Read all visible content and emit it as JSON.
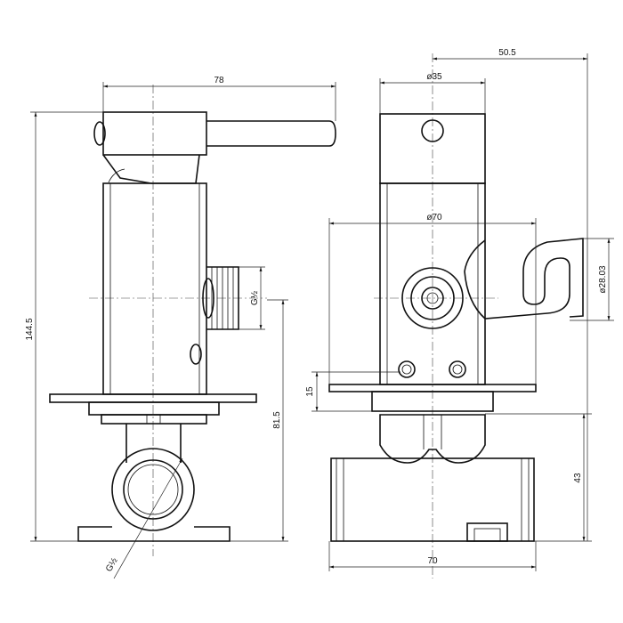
{
  "drawing": {
    "side_view": {
      "width_dim": "78",
      "height_dim": "144.5",
      "outlet_height_dim": "81.5",
      "outlet_thread": "G½",
      "inlet_thread": "G½"
    },
    "front_view": {
      "offset_dim": "50.5",
      "cap_diameter": "ø35",
      "plate_diameter": "ø70",
      "holder_diameter": "ø28.03",
      "plate_gap_dim": "15",
      "body_height_dim": "43",
      "pipe_length_dim": "70"
    }
  }
}
